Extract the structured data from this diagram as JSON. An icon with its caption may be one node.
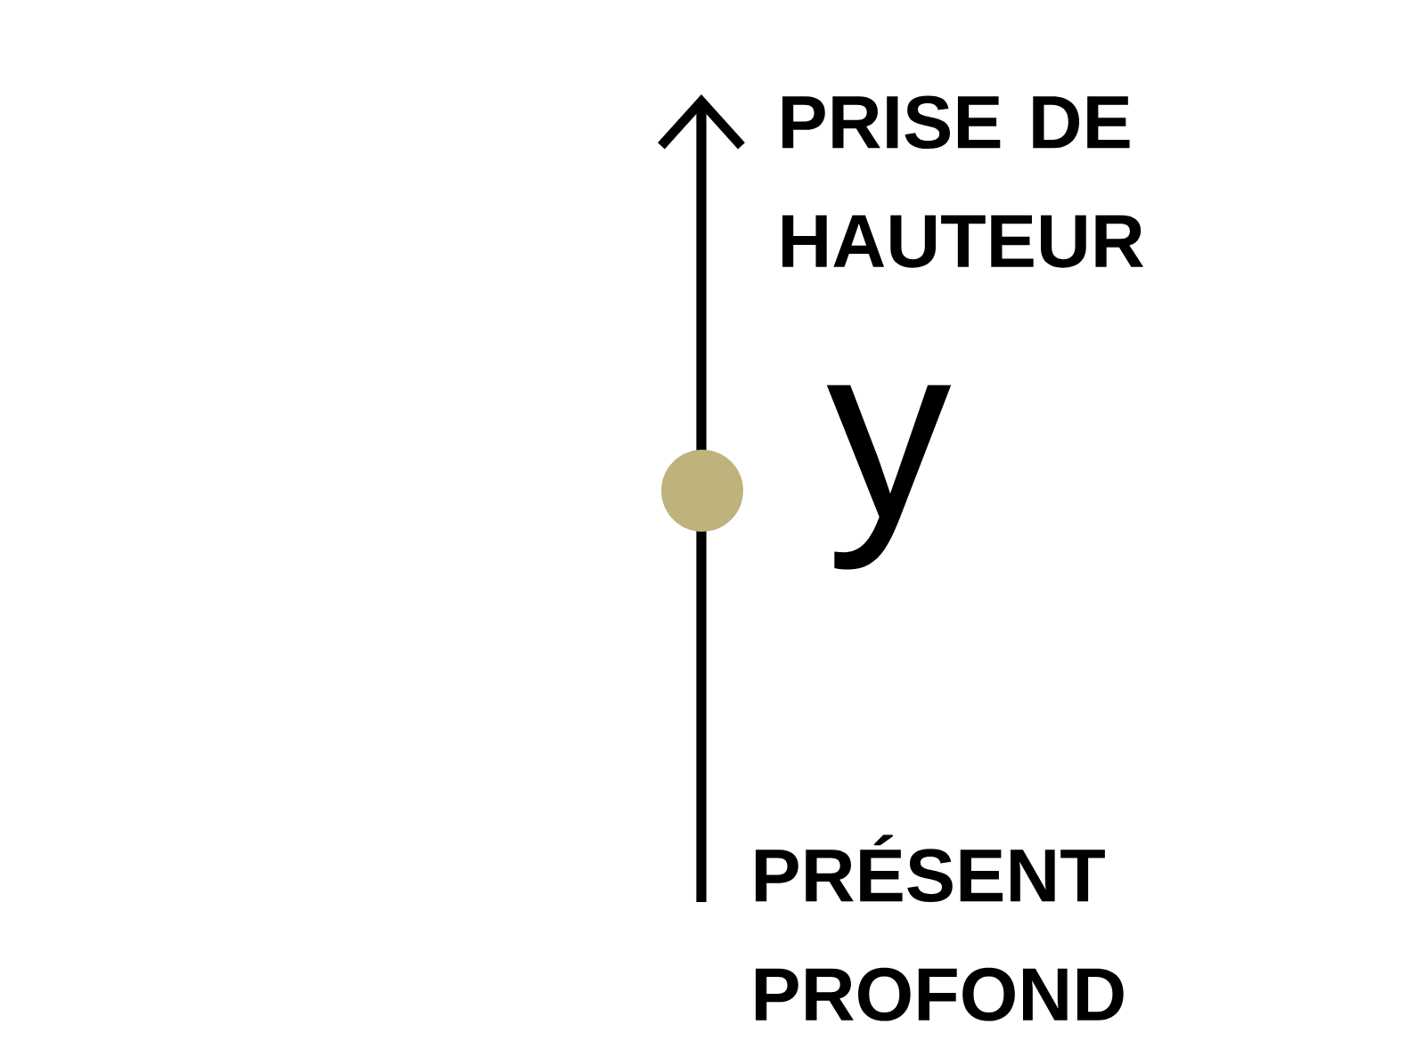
{
  "diagram": {
    "nodes": [
      {
        "text": [],
        "shape": "circle",
        "beside": [
          "y"
        ]
      }
    ],
    "labels": [
      "PRISE DE HAUTEUR",
      "PRÉSENT PROFOND"
    ]
  }
}
